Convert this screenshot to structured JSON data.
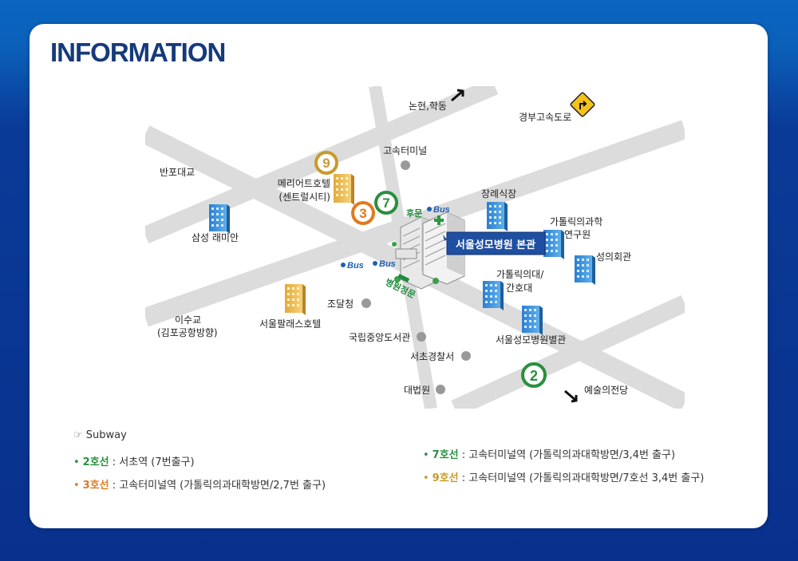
{
  "title": "INFORMATION",
  "colors": {
    "line2": "#2a8f3f",
    "line3": "#e07a1f",
    "line7": "#2a8f3f",
    "line9": "#c89a2a",
    "road": "#dcdcdc",
    "hospital_label_bg": "#1f4fa0",
    "bus": "#1f5fb0",
    "gate": "#1f8a3f"
  },
  "map": {
    "directions": {
      "nonhyeon": "논현,학동",
      "expressway": "경부고속도로",
      "banpo": "반포대교",
      "isu_line1": "이수교",
      "isu_line2": "(김포공항방향)",
      "arts": "예술의전당"
    },
    "places": {
      "terminal": "고속터미널",
      "marriott_line1": "메리어트호텔",
      "marriott_line2": "(센트럴시티)",
      "funeral": "장례식장",
      "research_line1": "가톨릭의과학",
      "research_line2": "연구원",
      "raemian": "삼성 래미안",
      "seongui": "성의회관",
      "nursing_line1": "가톨릭의대/",
      "nursing_line2": "간호대",
      "paleis": "서울팔래스호텔",
      "jodal": "조달청",
      "library": "국립중앙도서관",
      "annex": "서울성모병원별관",
      "police": "서초경찰서",
      "court": "대법원"
    },
    "hospital_label": "서울성모병원 본관",
    "back_gate": "후문",
    "main_gate": "병원정문",
    "bus_label": "Bus",
    "stations": {
      "line9": "9",
      "line3": "3",
      "line7": "7",
      "line2": "2"
    }
  },
  "legend": {
    "heading": "Subway",
    "items": [
      {
        "line": "2호선",
        "text": " : 서초역 (7번출구)"
      },
      {
        "line": "3호선",
        "text": " : 고속터미널역 (가톨릭의과대학방면/2,7번 출구)"
      },
      {
        "line": "7호선",
        "text": " : 고속터미널역 (가톨릭의과대학방면/3,4번 출구)"
      },
      {
        "line": "9호선",
        "text": " : 고속터미널역 (가톨릭의과대학방면/7호선 3,4번 출구)"
      }
    ]
  }
}
